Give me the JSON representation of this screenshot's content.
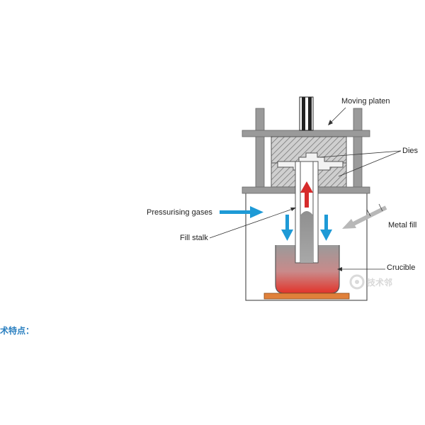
{
  "diagram": {
    "labels": {
      "moving_platen": "Moving platen",
      "dies": "Dies",
      "pressurising_gases": "Pressurising gases",
      "metal_fill": "Metal fill",
      "fill_stalk": "Fill stalk",
      "crucible": "Crucible"
    },
    "watermark": "技术邻",
    "colors": {
      "gas_arrow": "#1e9ad6",
      "metal_rise_arrow": "#d62b2b",
      "metal_fill_arrow": "#b8b8b8",
      "heater": "#e0803a",
      "frame": "#9a9a9a"
    }
  },
  "section_heading": "术特点："
}
